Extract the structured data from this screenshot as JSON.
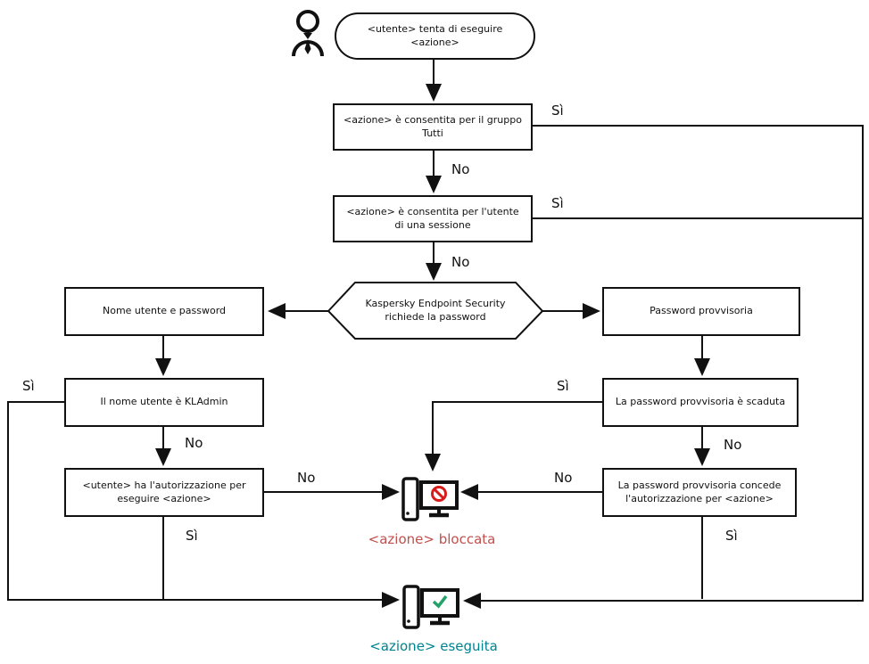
{
  "diagram": {
    "colors": {
      "line": "#111111",
      "blocked_text": "#c0504d",
      "executed_text": "#00838f",
      "prohibit_red": "#d61b1b",
      "check_green": "#26a269"
    },
    "icons": {
      "actor": "person-icon",
      "blocked": "blocked-computer-icon",
      "executed": "executed-computer-icon"
    },
    "nodes": {
      "start": {
        "text": "<utente> tenta di eseguire <azione>"
      },
      "group_allowed": {
        "text": "<azione> è consentita per il gruppo Tutti"
      },
      "session_allowed": {
        "text": "<azione> è consentita per l'utente di una sessione"
      },
      "kes_prompt": {
        "text": "Kaspersky Endpoint Security richiede la password"
      },
      "user_pass": {
        "text": "Nome utente e password"
      },
      "temp_pass": {
        "text": "Password provvisoria"
      },
      "is_kladmin": {
        "text": "Il nome utente è KLAdmin"
      },
      "user_authorized": {
        "text": "<utente> ha l'autorizzazione per eseguire <azione>"
      },
      "temp_expired": {
        "text": "La password provvisoria è scaduta"
      },
      "temp_grants": {
        "text": "La password provvisoria concede l'autorizzazione per <azione>"
      },
      "blocked": {
        "text": "<azione> bloccata"
      },
      "executed": {
        "text": "<azione> eseguita"
      }
    },
    "edge_labels": {
      "group_yes": "Sì",
      "group_no": "No",
      "session_yes": "Sì",
      "session_no": "No",
      "kladmin_yes": "Sì",
      "kladmin_no": "No",
      "auth_no": "No",
      "auth_yes": "Sì",
      "expired_yes": "Sì",
      "expired_no": "No",
      "grants_no": "No",
      "grants_yes": "Sì"
    }
  }
}
